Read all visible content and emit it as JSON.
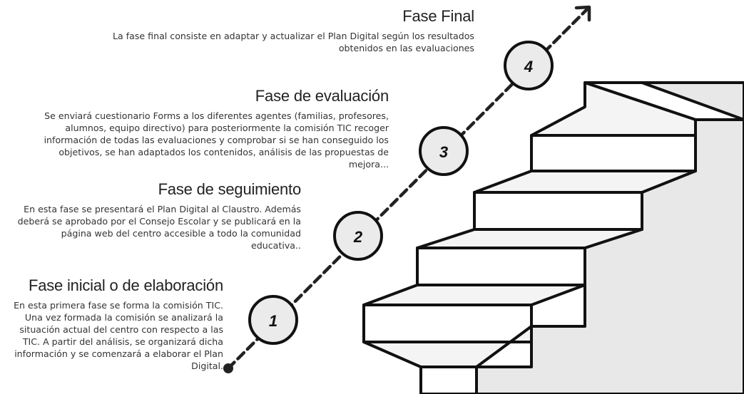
{
  "phases": [
    {
      "number": "4",
      "title": "Fase Final",
      "text": "La fase final consiste en adaptar y actualizar el Plan Digital según los resultados obtenidos en las evaluaciones"
    },
    {
      "number": "3",
      "title": "Fase de evaluación",
      "text": "Se enviará cuestionario Forms a los diferentes agentes (familias, profesores, alumnos, equipo directivo) para posteriormente la comisión TIC recoger información de todas las evaluaciones y comprobar si se han conseguido los objetivos, se han adaptados los contenidos, análisis de las propuestas de mejora..."
    },
    {
      "number": "2",
      "title": "Fase de seguimiento",
      "text": "En esta fase se presentará el Plan Digital al Claustro. Además deberá se aprobado por el Consejo Escolar y se publicará en la página web del centro accesible a todo la comunidad educativa.."
    },
    {
      "number": "1",
      "title": "Fase inicial o de elaboración",
      "text": "En esta primera fase se forma la comisión TIC. Una vez formada la comisión se analizará la situación actual del centro con respecto a las TIC. A partir del análisis, se organizará dicha información y se comenzará a elaborar el Plan Digital."
    }
  ]
}
